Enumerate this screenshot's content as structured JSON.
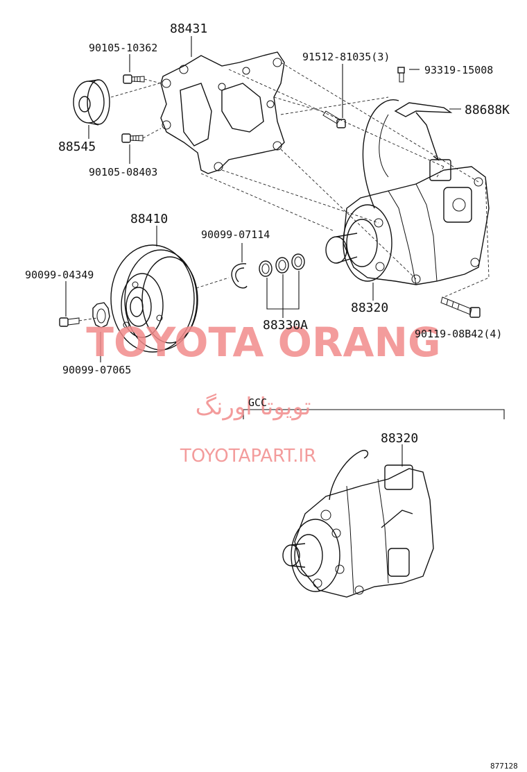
{
  "labels": {
    "bracket": "88431",
    "bolt_top": "90105-10362",
    "pulley_idler": "88545",
    "bolt_bottom": "90105-08403",
    "bolt_three": "91512-81035(3)",
    "screw": "93319-15008",
    "wire_clamp": "88688K",
    "clutch": "88410",
    "snap_ring": "90099-07114",
    "bolt_clutch": "90099-04349",
    "washer": "90099-07065",
    "shims": "88330A",
    "compressor": "88320",
    "bolt_four": "90119-08B42(4)",
    "variant_tag": "GCC",
    "compressor_gcc": "88320",
    "diagram_code": "877128"
  },
  "watermark": {
    "brand": "TOYOTA ORANG",
    "persian": "تویوتا اورنگ",
    "site": "TOYOTAPART.IR",
    "color": "#f28b8b"
  }
}
